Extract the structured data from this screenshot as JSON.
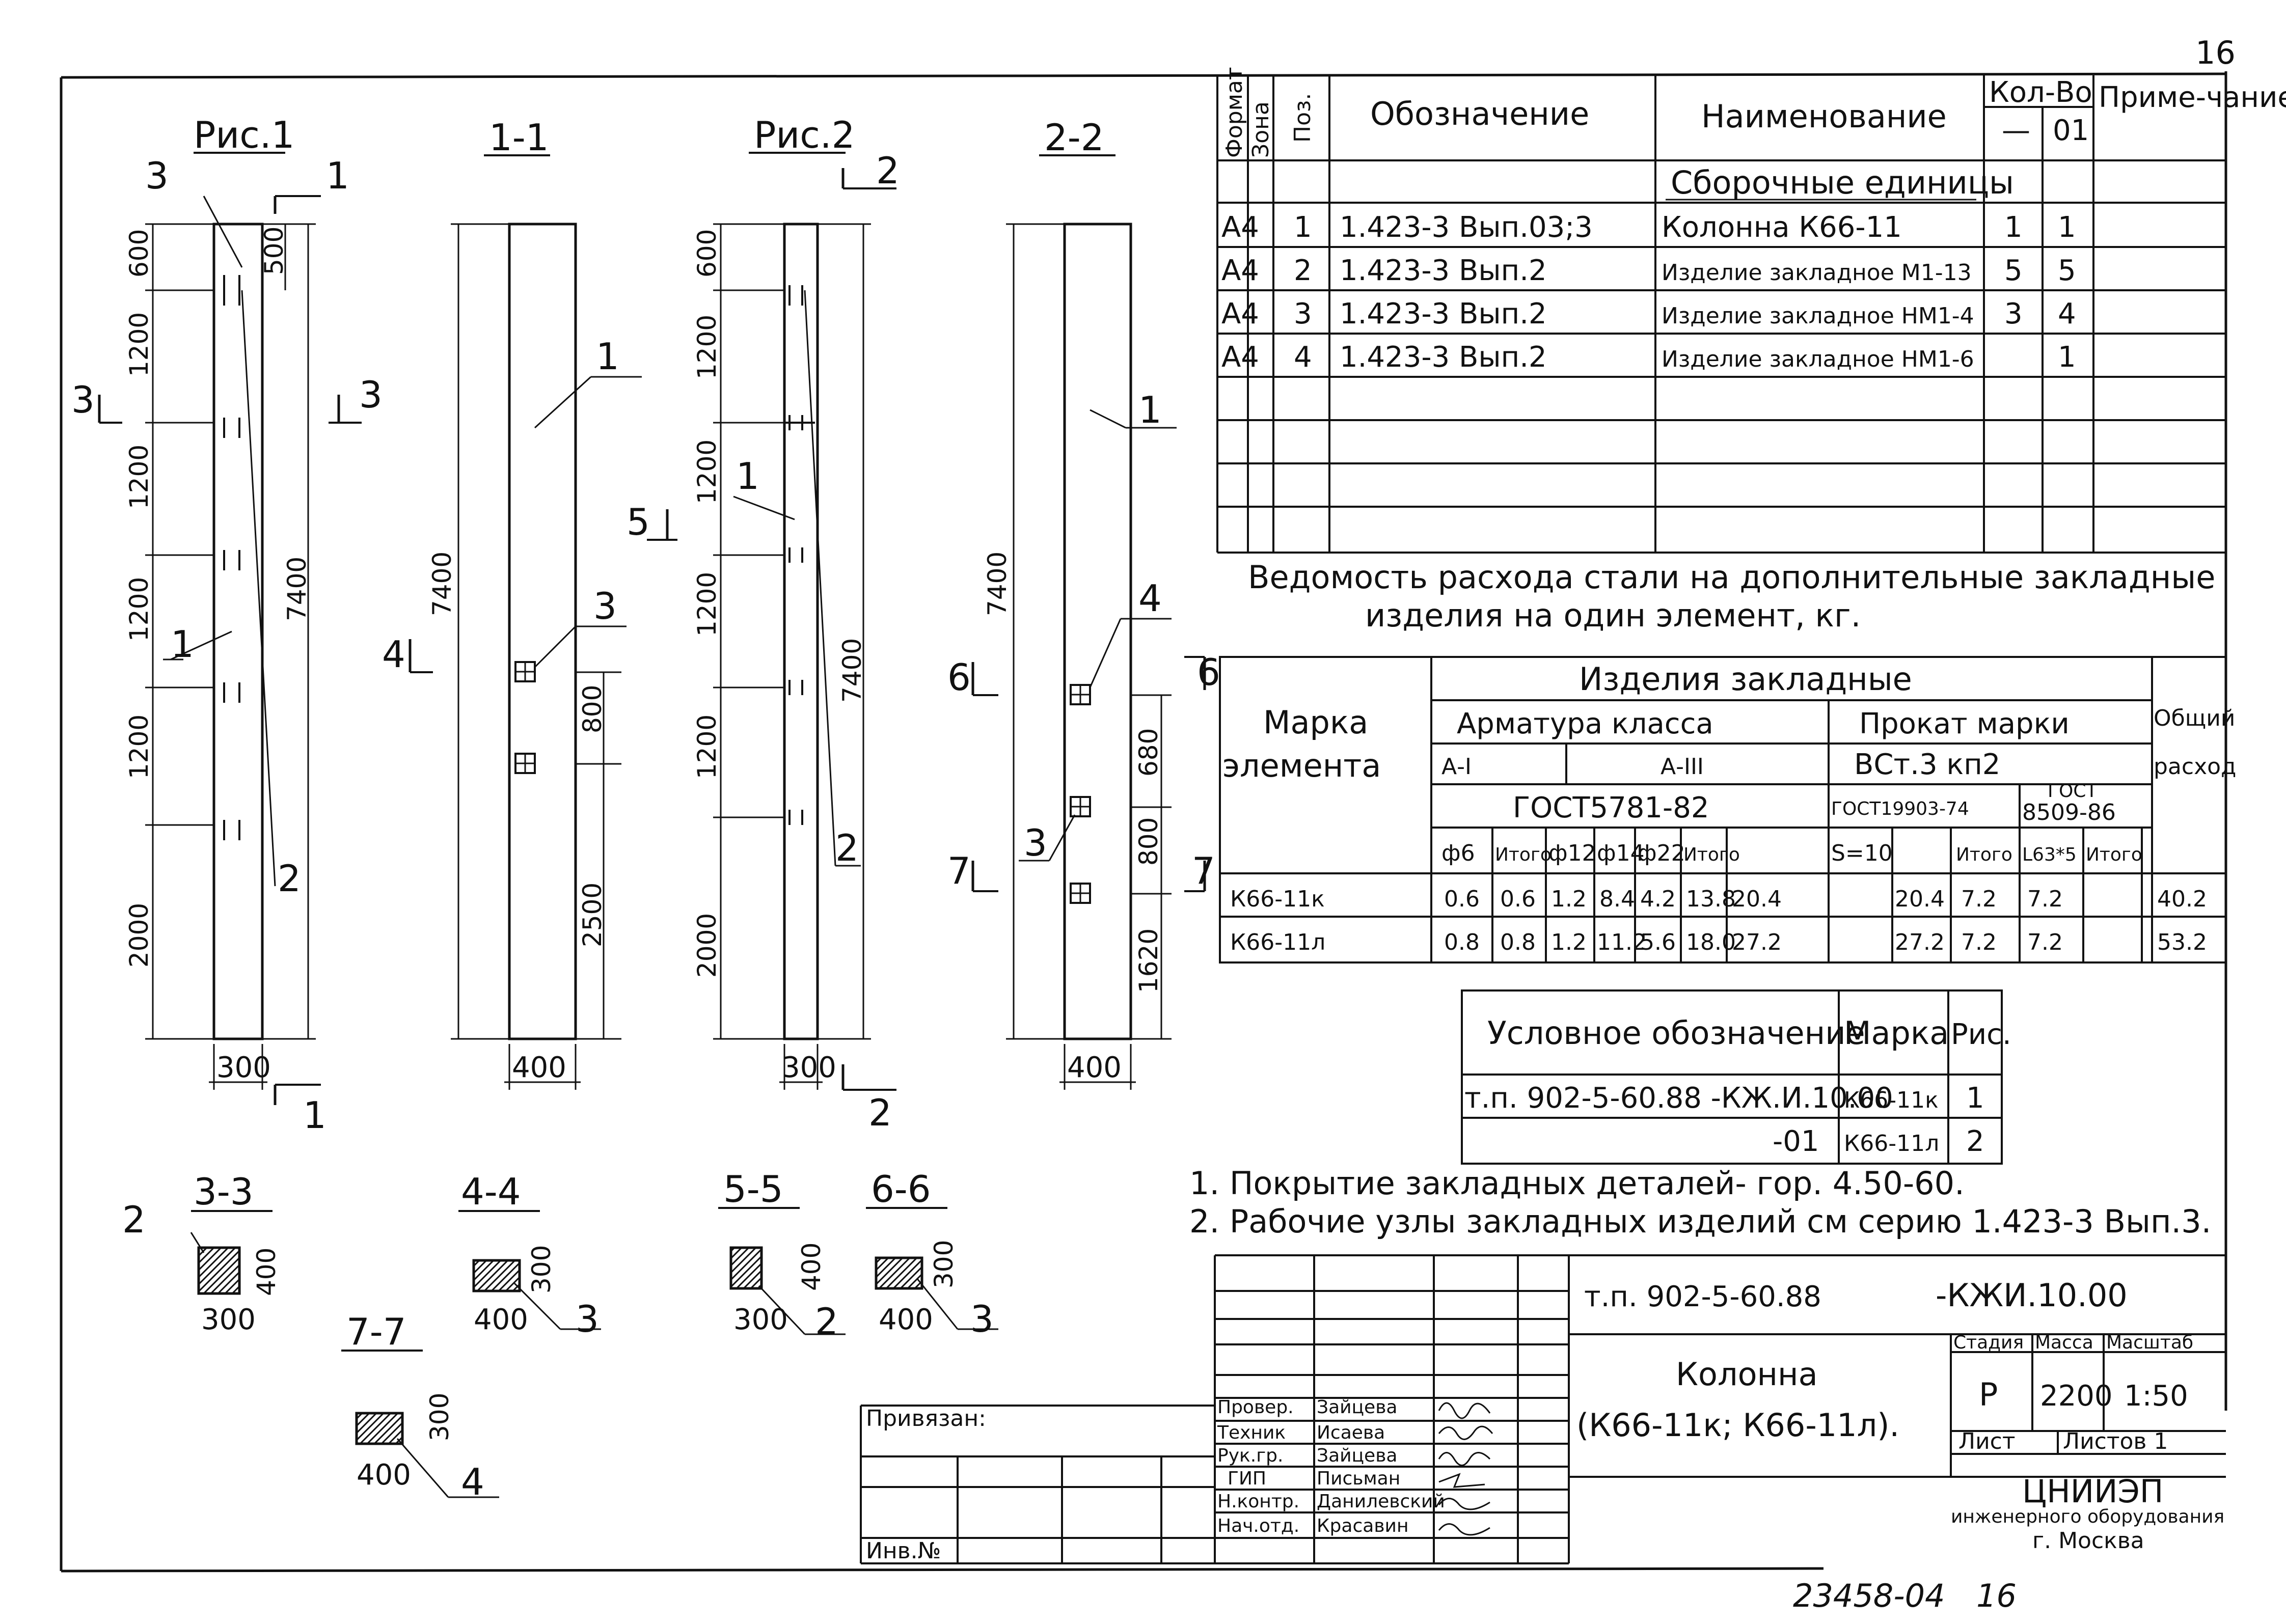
{
  "sheet_corner_mark": "16",
  "figures": {
    "fig1": {
      "title": "Рис.1",
      "dim_top": "600",
      "dim_right_top": "500",
      "dims_left": [
        "1200",
        "1200",
        "1200",
        "1200",
        "2000"
      ],
      "dim_total": "7400",
      "width": "300",
      "cut_1": "1",
      "cut_3": "3",
      "pos_labels": [
        "3",
        "1",
        "2"
      ]
    },
    "sec11": {
      "title": "1-1",
      "dim_total": "7400",
      "dim_800": "800",
      "dim_2500": "2500",
      "width": "400",
      "pos_labels": [
        "1",
        "3"
      ],
      "cut_4": "4",
      "cut_5": "5"
    },
    "fig2": {
      "title": "Рис.2",
      "dim_top": "600",
      "dims_left": [
        "1200",
        "1200",
        "1200",
        "1200",
        "2000"
      ],
      "dim_total": "7400",
      "width": "300",
      "cut_2": "2",
      "pos_labels": [
        "1",
        "2"
      ]
    },
    "sec22": {
      "title": "2-2",
      "dim_total": "7400",
      "dims_right": [
        "680",
        "800",
        "1620"
      ],
      "width": "400",
      "pos_labels": [
        "1",
        "4",
        "3"
      ],
      "cut_6": "6",
      "cut_7": "7"
    }
  },
  "sections": [
    {
      "title": "3-3",
      "w": "300",
      "h": "400",
      "pos": "2"
    },
    {
      "title": "4-4",
      "w": "400",
      "h": "300",
      "pos": "3"
    },
    {
      "title": "5-5",
      "w": "300",
      "h": "400",
      "pos": "2"
    },
    {
      "title": "6-6",
      "w": "400",
      "h": "300",
      "pos": "3"
    },
    {
      "title": "7-7",
      "w": "400",
      "h": "300",
      "pos": "4"
    }
  ],
  "spec_table": {
    "headers": {
      "format": "Формат",
      "zone": "Зона",
      "pos": "Поз.",
      "designation": "Обозначение",
      "name": "Наименование",
      "qty": "Кол-Во",
      "qty_a": "—",
      "qty_b": "01",
      "note": "Приме-чание"
    },
    "section_title": "Сборочные единицы",
    "rows": [
      {
        "format": "А4",
        "pos": "1",
        "designation": "1.423-3 Вып.03;3",
        "name": "Колонна К66-11",
        "q1": "1",
        "q2": "1"
      },
      {
        "format": "А4",
        "pos": "2",
        "designation": "1.423-3 Вып.2",
        "name": "Изделие закладное М1-13",
        "q1": "5",
        "q2": "5"
      },
      {
        "format": "А4",
        "pos": "3",
        "designation": "1.423-3 Вып.2",
        "name": "Изделие закладное НМ1-4",
        "q1": "3",
        "q2": "4"
      },
      {
        "format": "А4",
        "pos": "4",
        "designation": "1.423-3 Вып.2",
        "name": "Изделие закладное НМ1-6",
        "q1": "",
        "q2": "1"
      }
    ]
  },
  "steel_table": {
    "caption_1": "Ведомость расхода стали на дополнительные закладные",
    "caption_2": "изделия на один элемент, кг.",
    "h_mark": "Марка элемента",
    "h_mark_1": "Марка",
    "h_mark_2": "элемента",
    "h_items": "Изделия закладные",
    "h_rebar": "Арматура класса",
    "h_rolled": "Прокат марки",
    "h_total": "Общий расход",
    "h_total_1": "Общий",
    "h_total_2": "расход",
    "h_ai": "А-I",
    "h_aiii": "А-III",
    "h_vst": "ВСт.3 кп2",
    "h_gost1": "ГОСТ5781-82",
    "h_gost2": "ГОСТ19903-74",
    "h_gost3a": "ГОСТ",
    "h_gost3b": "8509-86",
    "cols": [
      "ф6",
      "Итого",
      "ф12",
      "ф14",
      "ф22",
      "Итого",
      "S=10",
      "",
      "Итого",
      "L63*5",
      "Итого"
    ],
    "rows": [
      {
        "mark": "К66-11к",
        "values": [
          "0.6",
          "0.6",
          "1.2",
          "8.4",
          "4.2",
          "13.8",
          "20.4",
          "",
          "20.4",
          "7.2",
          "7.2",
          "40.2"
        ]
      },
      {
        "mark": "К66-11л",
        "values": [
          "0.8",
          "0.8",
          "1.2",
          "11.2",
          "5.6",
          "18.0",
          "27.2",
          "",
          "27.2",
          "7.2",
          "7.2",
          "53.2"
        ]
      }
    ]
  },
  "mark_table": {
    "h_cond": "Условное обозначение",
    "h_mark": "Марка",
    "h_fig": "Рис.",
    "rows": [
      {
        "cond": "т.п. 902-5-60.88 -КЖ.И.10.00",
        "mark": "К66-11к",
        "fig": "1"
      },
      {
        "cond": "-01",
        "mark": "К66-11л",
        "fig": "2"
      }
    ]
  },
  "notes": [
    "1. Покрытие закладных деталей- гор. 4.50-60.",
    "2. Рабочие узлы закладных изделий см серию 1.423-3 Вып.3."
  ],
  "title_block": {
    "code": "т.п. 902-5-60.88",
    "doc": "-КЖИ.10.00",
    "name_1": "Колонна",
    "name_2": "(К66-11к; К66-11л).",
    "stage_h": "Стадия",
    "mass_h": "Масса",
    "scale_h": "Масштаб",
    "stage": "Р",
    "mass": "2200",
    "scale": "1:50",
    "sheet_h": "Лист",
    "sheets_h": "Листов 1",
    "org_1": "ЦНИИЭП",
    "org_2": "инженерного оборудования",
    "org_3": "г. Москва",
    "signatures": [
      {
        "role": "Провер.",
        "name": "Зайцева"
      },
      {
        "role": "Техник",
        "name": "Исаева"
      },
      {
        "role": "Рук.гр.",
        "name": "Зайцева"
      },
      {
        "role": "ГИП",
        "name": "Письман"
      },
      {
        "role": "Н.контр.",
        "name": "Данилевский"
      },
      {
        "role": "Нач.отд.",
        "name": "Красавин"
      }
    ],
    "bound": "Привязан:",
    "inv": "Инв.№"
  },
  "archive_number": "23458-04",
  "archive_page": "16"
}
